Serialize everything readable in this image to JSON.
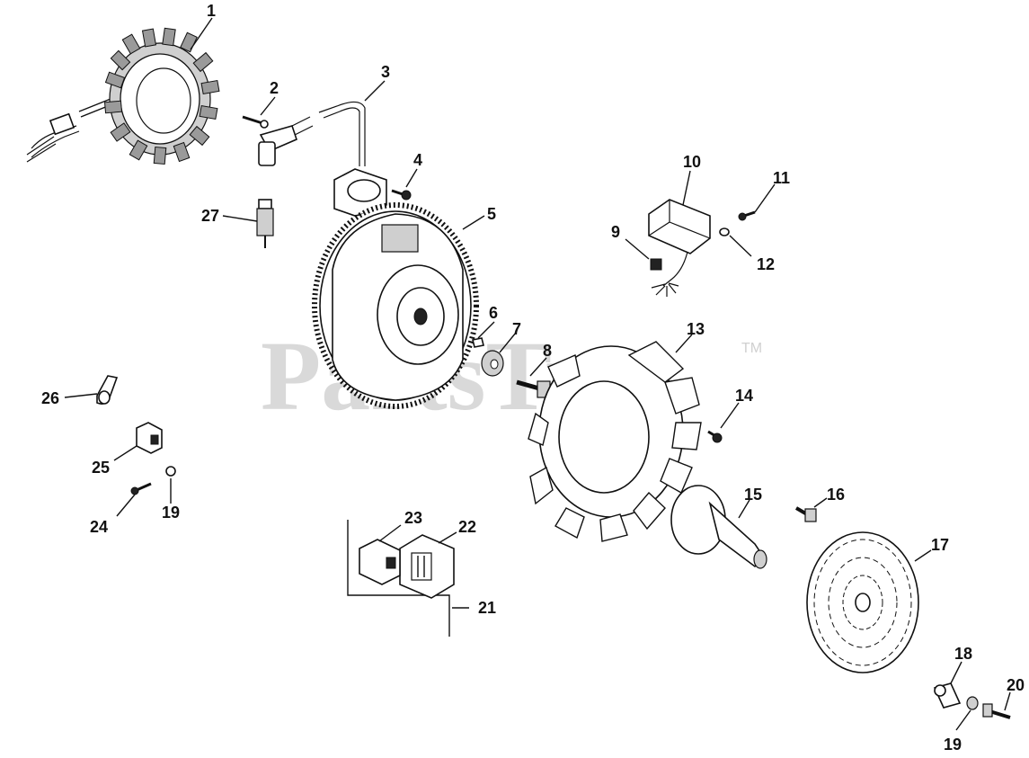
{
  "watermark": {
    "text": "PartsTree",
    "trademark": "TM"
  },
  "callouts": [
    {
      "id": "c1",
      "label": "1"
    },
    {
      "id": "c2",
      "label": "2"
    },
    {
      "id": "c3",
      "label": "3"
    },
    {
      "id": "c4",
      "label": "4"
    },
    {
      "id": "c5",
      "label": "5"
    },
    {
      "id": "c6",
      "label": "6"
    },
    {
      "id": "c7",
      "label": "7"
    },
    {
      "id": "c8",
      "label": "8"
    },
    {
      "id": "c9",
      "label": "9"
    },
    {
      "id": "c10",
      "label": "10"
    },
    {
      "id": "c11",
      "label": "11"
    },
    {
      "id": "c12",
      "label": "12"
    },
    {
      "id": "c13",
      "label": "13"
    },
    {
      "id": "c14",
      "label": "14"
    },
    {
      "id": "c15",
      "label": "15"
    },
    {
      "id": "c16",
      "label": "16"
    },
    {
      "id": "c17",
      "label": "17"
    },
    {
      "id": "c18",
      "label": "18"
    },
    {
      "id": "c19a",
      "label": "19"
    },
    {
      "id": "c19b",
      "label": "19"
    },
    {
      "id": "c20",
      "label": "20"
    },
    {
      "id": "c21",
      "label": "21"
    },
    {
      "id": "c22",
      "label": "22"
    },
    {
      "id": "c23",
      "label": "23"
    },
    {
      "id": "c24",
      "label": "24"
    },
    {
      "id": "c25",
      "label": "25"
    },
    {
      "id": "c26",
      "label": "26"
    },
    {
      "id": "c27",
      "label": "27"
    }
  ]
}
